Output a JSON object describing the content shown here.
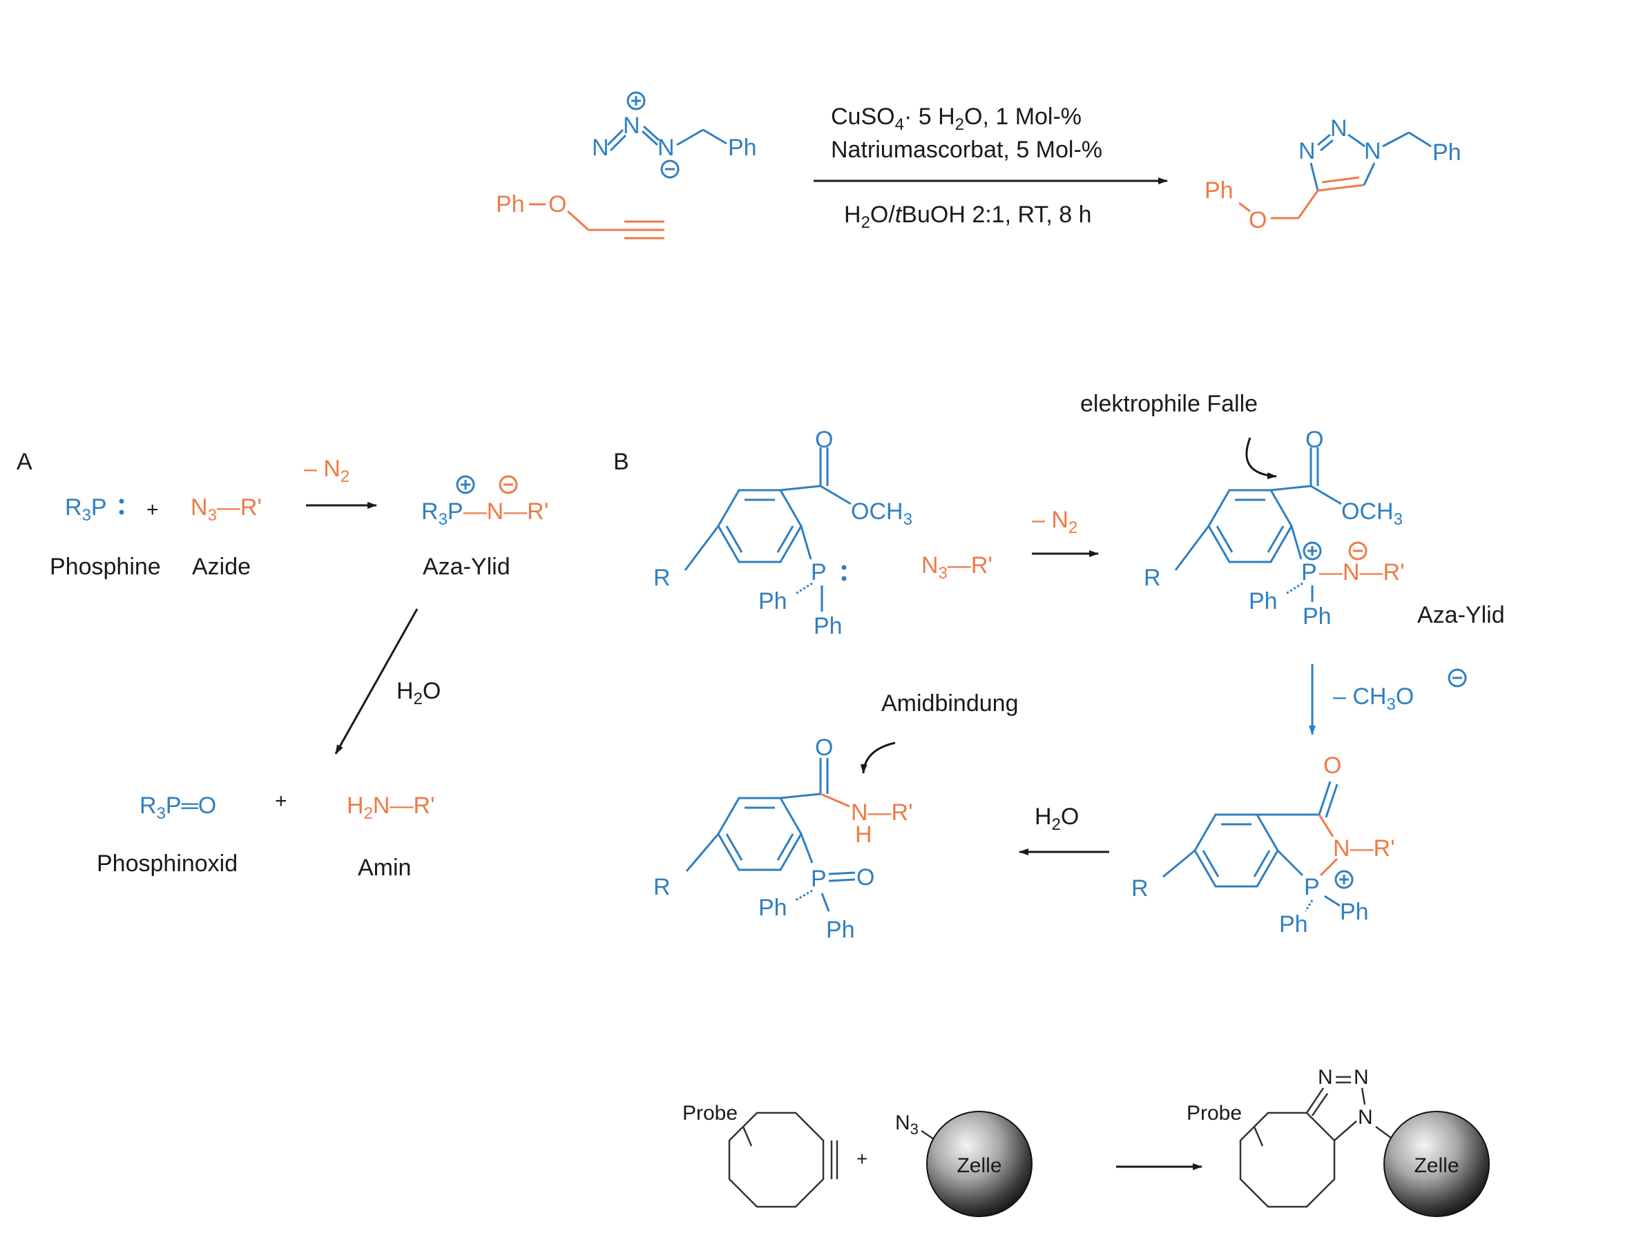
{
  "colors": {
    "reagent_blue": "#2f7fc1",
    "reagent_orange": "#ee7a45",
    "text_black": "#1a1a1a"
  },
  "click": {
    "azide_substituent": "Ph",
    "alkyne_substituent": "Ph",
    "alkyne_O": "O",
    "cond_line1_a": "CuSO",
    "cond_line1_sub": "4",
    "cond_line1_b": " 5 H",
    "cond_line1_sub2": "2",
    "cond_line1_c": "O, 1 Mol-%",
    "cond_line2": "Natriumascorbat, 5 Mol-%",
    "cond_line3_a": "H",
    "cond_line3_sub": "2",
    "cond_line3_b": "O/",
    "cond_line3_italic": "t",
    "cond_line3_c": "BuOH 2:1, RT, 8 h",
    "product_ph_right": "Ph",
    "product_ph_left": "Ph",
    "product_O": "O"
  },
  "panelA": {
    "label": "A",
    "phosphine": "R3P",
    "plus": "+",
    "azide": "N3—R'",
    "arrow_label": "– N2",
    "ylide_P": "R3P",
    "ylide_rest": "—N—R'",
    "phosphine_name": "Phosphine",
    "azide_name": "Azide",
    "ylide_name": "Aza-Ylid",
    "hydrolysis": "H2O",
    "oxide": "R3P═O",
    "amine": "H2N—R'",
    "oxide_name": "Phosphinoxid",
    "amine_name": "Amin"
  },
  "panelB": {
    "label": "B",
    "ester_O": "O",
    "ester_OMe": "OCH3",
    "R": "R",
    "Ph": "Ph",
    "P": "P",
    "azide": "N3—R'",
    "arrow_label": "– N2",
    "trap_label": "elektrophile Falle",
    "ylide_rest": "—N—R'",
    "ylide_name": "Aza-Ylid",
    "methoxide_loss": "– CH3O",
    "cyclic_NR": "N—R'",
    "hydrolysis": "H2O",
    "amide_label": "Amidbindung",
    "amide_NR": "N—R'",
    "amide_H": "H"
  },
  "spaac": {
    "probe": "Probe",
    "plus": "+",
    "azide": "N3",
    "cell": "Zelle",
    "triazole_N": "N"
  }
}
